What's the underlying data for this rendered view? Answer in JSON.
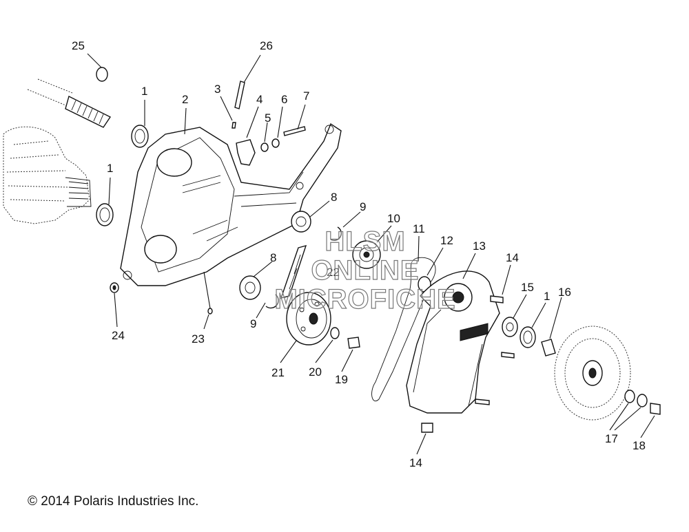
{
  "callouts": [
    "1",
    "2",
    "3",
    "4",
    "5",
    "6",
    "7",
    "8",
    "9",
    "10",
    "11",
    "12",
    "13",
    "14",
    "15",
    "16",
    "17",
    "18",
    "19",
    "20",
    "21",
    "22",
    "23",
    "24",
    "25",
    "26"
  ],
  "copyright": "© 2014 Polaris Industries Inc.",
  "watermark": {
    "line1": "HLSM",
    "line2": "ONLINE",
    "line3": "MICROFICHE"
  }
}
